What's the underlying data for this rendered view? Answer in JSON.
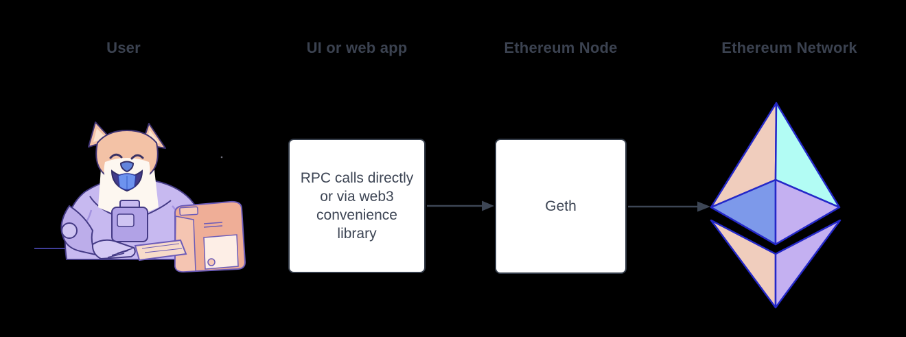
{
  "diagram": {
    "background_color": "#000000",
    "nodes": [
      {
        "id": "user",
        "label": "User",
        "illustration": "doge-astronaut-at-computer"
      },
      {
        "id": "ui-or-web-app",
        "label": "UI or web app",
        "box_text": "RPC calls directly or via web3 convenience library",
        "box_lines": [
          "RPC calls directly",
          "or via web3",
          "convenience",
          "library"
        ]
      },
      {
        "id": "ethereum-node",
        "label": "Ethereum Node",
        "box_text": "Geth"
      },
      {
        "id": "ethereum-network",
        "label": "Ethereum Network",
        "illustration": "ethereum-diamond-logo"
      }
    ],
    "edges": [
      {
        "from": "ui-or-web-app",
        "to": "ethereum-node",
        "style": "arrow-right"
      },
      {
        "from": "ethereum-node",
        "to": "ethereum-network",
        "style": "arrow-right"
      }
    ]
  },
  "colors": {
    "background": "#000000",
    "heading_text": "#3b4250",
    "box_text": "#3d4554",
    "box_fill": "#ffffff",
    "box_border": "#343c49",
    "arrow": "#3d4655",
    "eth_outline": "#2428c8",
    "eth_peach": "#f0cdbd",
    "eth_cyan": "#b2fcf4",
    "eth_blue": "#7d99ea",
    "eth_purple": "#c4b0f1",
    "doge_fur": "#f3c2a6",
    "doge_suit": "#c7b9f0",
    "doge_tongue": "#6d93ee",
    "computer_body": "#efae97"
  }
}
